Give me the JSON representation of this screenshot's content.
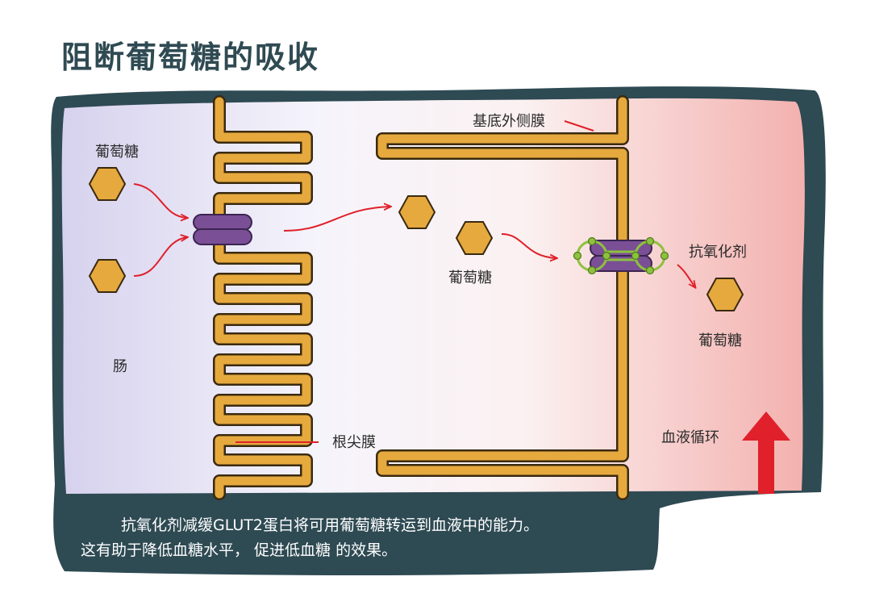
{
  "title": "阻断葡萄糖的吸收",
  "labels": {
    "glucose_left": "葡萄糖",
    "intestine": "肠",
    "apical_membrane": "根尖膜",
    "basolateral_membrane": "基底外侧膜",
    "glucose_middle": "葡萄糖",
    "antioxidant": "抗氧化剂",
    "glucose_right": "葡萄糖",
    "blood_circulation": "血液循环"
  },
  "caption": {
    "line1": "抗氧化剂减缓GLUT2蛋白将可用葡萄糖转运到血液中的能力。",
    "line2": "这有助于降低血糖水平， 促进低血糖 的效果。"
  },
  "colors": {
    "frame": "#2e4a53",
    "membrane_fill": "#e6a93e",
    "membrane_stroke": "#3a2a10",
    "glucose_fill": "#e6a93e",
    "transporter": "#7a4f96",
    "antioxidant_ring": "#8ec13e",
    "arrow": "#e0202a",
    "title": "#2f4a52"
  }
}
